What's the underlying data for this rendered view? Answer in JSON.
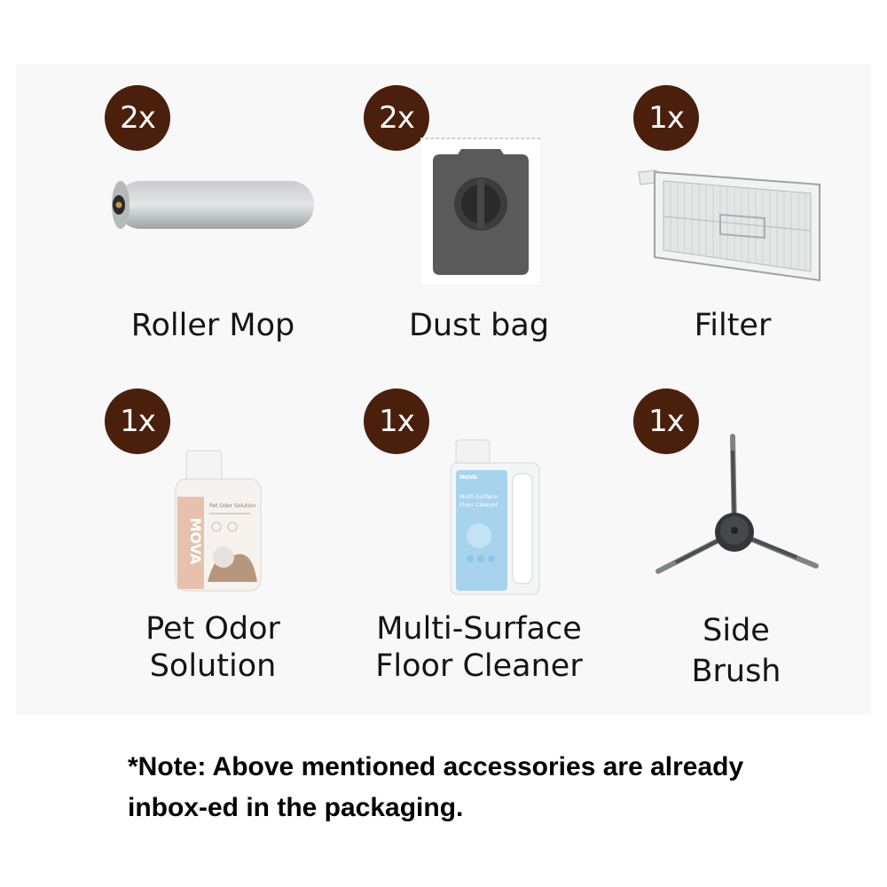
{
  "items": [
    {
      "count": "2x",
      "label_lines": [
        "Roller Mop"
      ],
      "icon": "roller-mop-icon"
    },
    {
      "count": "2x",
      "label_lines": [
        "Dust bag"
      ],
      "icon": "dust-bag-icon"
    },
    {
      "count": "1x",
      "label_lines": [
        "Filter"
      ],
      "icon": "filter-icon"
    },
    {
      "count": "1x",
      "label_lines": [
        "Pet Odor",
        "Solution"
      ],
      "icon": "pet-odor-bottle-icon",
      "bottle_brand": "MOVA",
      "bottle_title": "Pet Odor Solution"
    },
    {
      "count": "1x",
      "label_lines": [
        "Multi-Surface",
        "Floor Cleaner"
      ],
      "icon": "floor-cleaner-bottle-icon",
      "bottle_brand": "MOVA",
      "bottle_title_lines": [
        "Multi-Surface",
        "Floor Cleaner"
      ]
    },
    {
      "count": "1x",
      "label_lines": [
        "Side",
        "Brush"
      ],
      "icon": "side-brush-icon"
    }
  ],
  "note": {
    "lines": [
      "*Note: Above mentioned accessories are already",
      "inbox-ed in the packaging."
    ]
  },
  "colors": {
    "badge": "#4a1f0c",
    "panel": "#f8f8f8",
    "text": "#141414"
  }
}
